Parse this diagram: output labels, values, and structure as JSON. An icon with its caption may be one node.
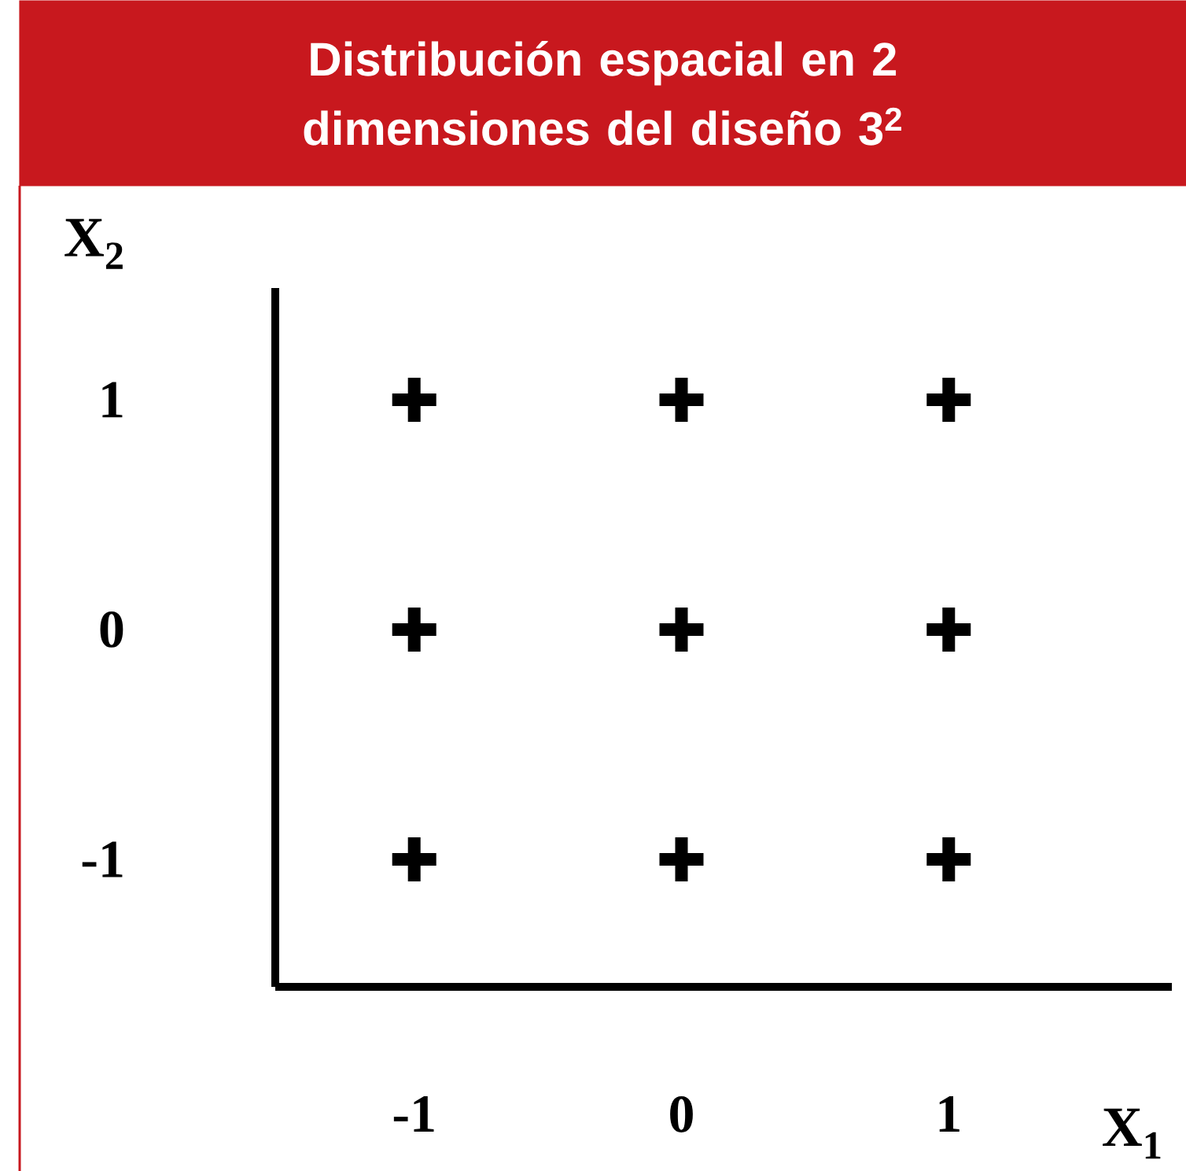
{
  "diagram": {
    "title": "Distribución espacial en 2 dimensiones del diseño 3$^{2}$",
    "chart_data": {
      "type": "scatter",
      "xlabel": "X$_{1}$",
      "ylabel": "X$_{2}$",
      "x": [
        -1,
        0,
        1,
        -1,
        0,
        1,
        -1,
        0,
        1
      ],
      "values": [
        1,
        1,
        1,
        0,
        0,
        0,
        -1,
        -1,
        -1
      ],
      "xticks": [
        -1,
        0,
        1
      ],
      "yticks": [
        -1,
        0,
        1
      ],
      "xlim": [
        -1.52,
        1.835
      ],
      "ylim": [
        -1.555,
        1.486
      ]
    }
  }
}
